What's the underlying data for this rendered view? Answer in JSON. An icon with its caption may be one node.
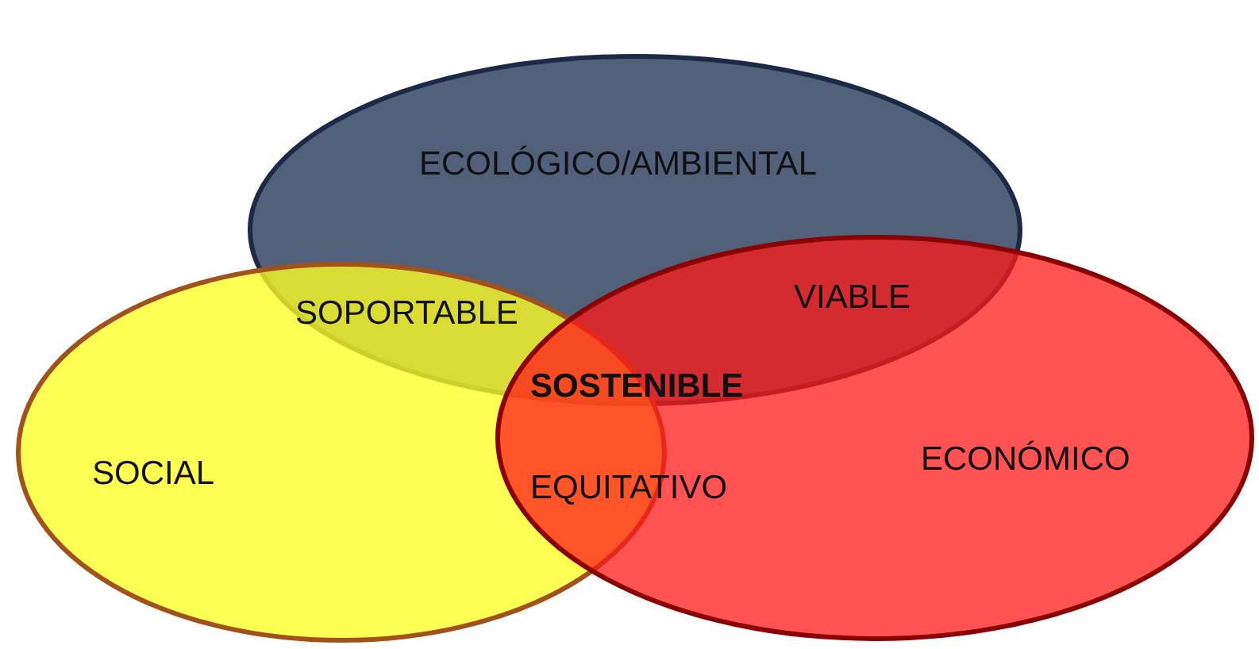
{
  "diagram": {
    "nodes": [
      {
        "text": [
          "ECOLÓGICO/AMBIENTAL"
        ]
      },
      {
        "text": [
          "SOCIAL"
        ]
      },
      {
        "text": [
          "ECONÓMICO"
        ]
      }
    ],
    "labels": [
      "SOPORTABLE",
      "VIABLE",
      "SOSTENIBLE",
      "EQUITATIVO"
    ]
  }
}
